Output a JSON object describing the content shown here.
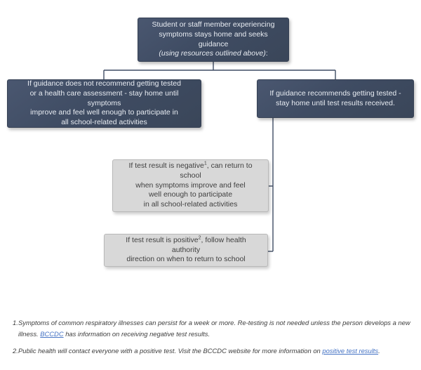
{
  "chart_data": {
    "type": "diagram",
    "title": "Student or staff member symptom / testing decision flowchart",
    "nodes": [
      {
        "id": "start",
        "style": "dark",
        "text": "Student or staff member experiencing symptoms stays home and seeks guidance (using resources outlined above):"
      },
      {
        "id": "no-test",
        "style": "dark",
        "text": "If guidance does not recommend getting tested or a health care assessment - stay home until symptoms improve and feel well enough to participate in all school-related activities"
      },
      {
        "id": "get-test",
        "style": "dark",
        "text": "If guidance recommends getting tested - stay home until test results received."
      },
      {
        "id": "negative",
        "style": "gray",
        "text": "If test result is negative1, can return to school when symptoms improve and feel well enough to participate in all school-related activities"
      },
      {
        "id": "positive",
        "style": "gray",
        "text": "If test result is positive2, follow health authority direction on when to return to school"
      }
    ],
    "edges": [
      {
        "from": "start",
        "to": "no-test"
      },
      {
        "from": "start",
        "to": "get-test"
      },
      {
        "from": "get-test",
        "to": "negative"
      },
      {
        "from": "get-test",
        "to": "positive"
      }
    ]
  },
  "colors": {
    "node_dark": "#3f4c63",
    "node_dark_border": "#364154",
    "node_dark_text": "#e8ecf2",
    "node_gray": "#d8d8d8",
    "node_gray_border": "#b9b9b9",
    "node_gray_text": "#404040",
    "connector": "#3f4c63",
    "link": "#4472c4",
    "background": "#ffffff"
  },
  "nodes": {
    "start": {
      "line1": "Student or staff member experiencing",
      "line2": "symptoms stays home and seeks guidance",
      "line3_italic": "(using resources outlined above)",
      "line3_tail": ":"
    },
    "no_test": {
      "line1": "If guidance does not recommend getting tested",
      "line2": "or a health care assessment - stay home until symptoms",
      "line3": "improve and feel well enough to participate in",
      "line4": "all school-related activities"
    },
    "get_test": {
      "line1": "If guidance recommends getting tested -",
      "line2": "stay home until test results received."
    },
    "negative": {
      "line1_pre": "If test result is negative",
      "line1_sup": "1",
      "line1_post": ", can return to school",
      "line2": "when symptoms improve and feel",
      "line3": "well enough to participate",
      "line4": "in all school-related activities"
    },
    "positive": {
      "line1_pre": "If test result is positive",
      "line1_sup": "2",
      "line1_post": ", follow health authority",
      "line2": "direction on when to return to school"
    }
  },
  "footnotes": [
    {
      "number": "1.",
      "text_before": "Symptoms of common respiratory illnesses can persist for a week or more. Re-testing is not needed unless the person develops a new illness. ",
      "link_text": "BCCDC",
      "text_after": " has information on receiving negative test results."
    },
    {
      "number": "2.",
      "text_before": "Public health will contact everyone with a positive test. Visit the BCCDC website for more information on ",
      "link_text": "positive test results",
      "text_after": "."
    }
  ]
}
